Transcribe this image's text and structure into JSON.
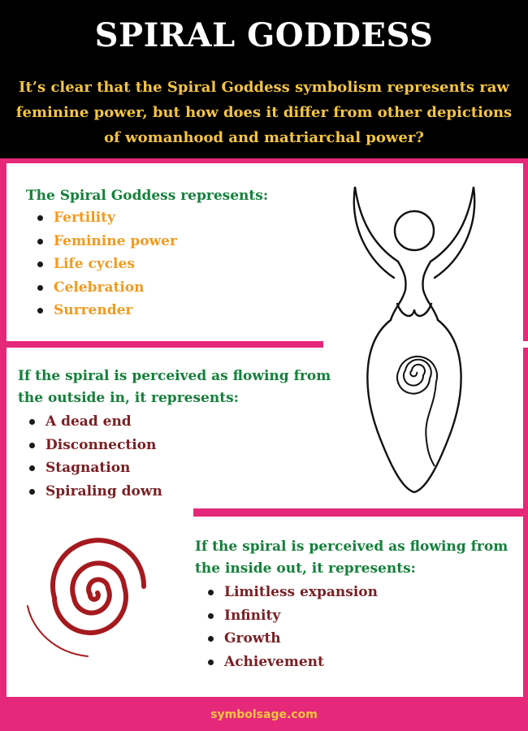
{
  "header": {
    "title": "SPIRAL GODDESS",
    "subtitle": "It’s clear that the Spiral Goddess symbolism represents raw feminine power, but how does it differ from other depictions of womanhood and matriarchal power?"
  },
  "section1": {
    "heading": "The Spiral Goddess represents:",
    "items": [
      "Fertility",
      "Feminine power",
      "Life cycles",
      "Celebration",
      "Surrender"
    ]
  },
  "section2": {
    "heading_line1": "If the spiral is perceived as flowing from",
    "heading_line2": "the outside in, it represents:",
    "items": [
      "A dead end",
      "Disconnection",
      "Stagnation",
      "Spiraling down"
    ]
  },
  "section3": {
    "heading_line1": "If the spiral is perceived as flowing from",
    "heading_line2": "the inside out, it represents:",
    "items": [
      "Limitless expansion",
      "Infinity",
      "Growth",
      "Achievement"
    ]
  },
  "footer": {
    "source": "symbolsage.com"
  },
  "colors": {
    "accent_pink": "#e6287a",
    "heading_green": "#14803b",
    "orange": "#f39a1e",
    "maroon": "#7a1f24",
    "subtitle_gold": "#f5c542"
  },
  "icons": {
    "figure": "spiral-goddess-figure",
    "spiral": "red-spiral"
  }
}
